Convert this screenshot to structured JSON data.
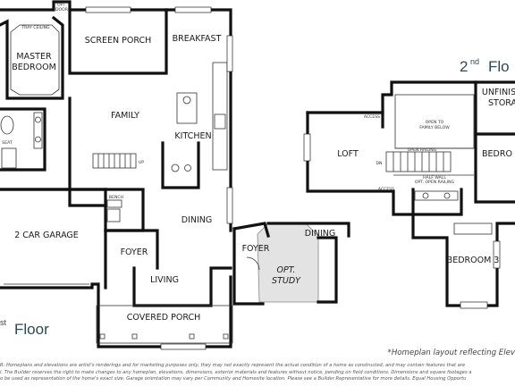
{
  "first_floor": {
    "label_prefix": "st",
    "label_main": "Floor",
    "rooms": {
      "master_bedroom": [
        "MASTER",
        "BEDROOM"
      ],
      "screen_porch": "SCREEN PORCH",
      "breakfast": "BREAKFAST",
      "family": "FAMILY",
      "kitchen": "KITCHEN",
      "dining": "DINING",
      "garage": "2 CAR GARAGE",
      "foyer": "FOYER",
      "living": "LIVING",
      "covered_porch": "COVERED PORCH"
    },
    "small_labels": {
      "tray_ceiling": "TRAY CEILING",
      "opt_door": [
        "OPT.",
        "DOOR"
      ],
      "up": "UP",
      "bench": "BENCH",
      "seat": "SEAT"
    }
  },
  "alt_elevation": {
    "rooms": {
      "dining": "DINING",
      "foyer": "FOYER",
      "opt_study": [
        "OPT.",
        "STUDY"
      ]
    }
  },
  "second_floor": {
    "label_prefix": "nd",
    "label_main": "Flo",
    "label_number": "2",
    "rooms": {
      "loft": "LOFT",
      "bedroom_2": "BEDRO",
      "bedroom_3": "BEDROOM 3",
      "unfinished_storage": [
        "UNFINIS",
        "STORA"
      ]
    },
    "small_labels": {
      "access_top": "ACCESS",
      "access_bottom": "ACCESS",
      "open_to_family": [
        "OPEN TO",
        "FAMILY BELOW"
      ],
      "open_railing": "OPEN RAILING",
      "half_wall": [
        "HALF WALL",
        "OPT. OPEN RAILING"
      ],
      "dn": "DN"
    }
  },
  "caption": "*Homeplan layout reflecting Elev",
  "disclaimer": [
    "R: Homeplans and elevations are artist's renderings and for marketing purposes only, they may not exactly represent the actual condition of a home as constructed, and may contain features that are",
    "l. The Builder reserves the right to make changes to any homeplan, elevations, dimensions, exterior materials and features without notice, pending on field conditions. Dimensions and square footages a",
    "o be used as representation of the home's exact size. Garage orientation may vary per Community and Homesite location. Please see a Builder Representative for more details. Equal Housing Opportu"
  ],
  "colors": {
    "wall": "#111111",
    "study_fill": "#e3e3e3",
    "floor_label": "#2b4a55"
  }
}
